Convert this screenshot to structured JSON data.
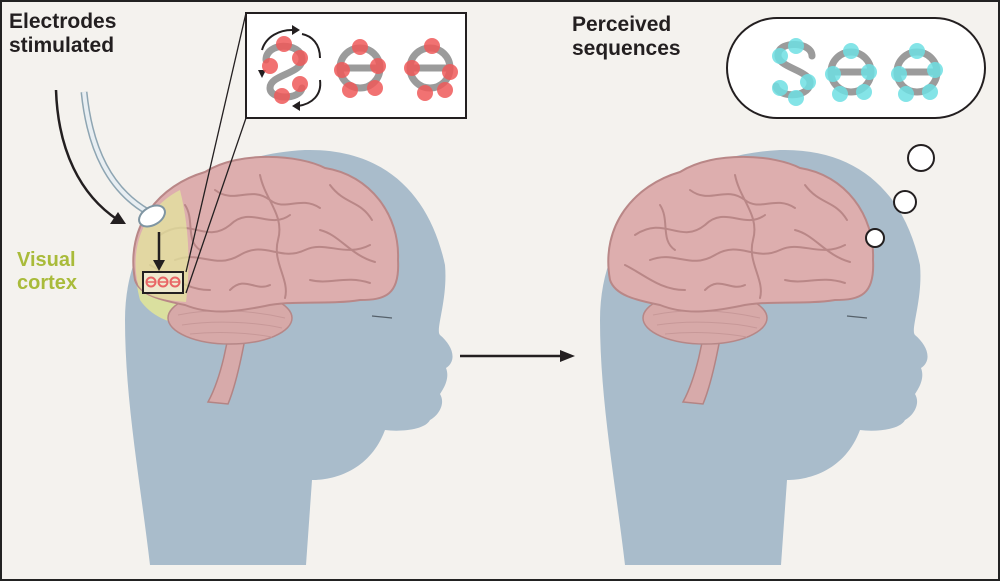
{
  "labels": {
    "electrodes_line1": "Electrodes",
    "electrodes_line2": "stimulated",
    "visual_line1": "Visual",
    "visual_line2": "cortex",
    "perceived_line1": "Perceived",
    "perceived_line2": "sequences"
  },
  "colors": {
    "background": "#f4f2ee",
    "head": "#a9bccb",
    "brain": "#ddaeae",
    "brain_fold": "#b98787",
    "cerebellum": "#d7a9a8",
    "visual_cortex": "#dfe39a",
    "stimulated_dot": "#ef5a5a",
    "perceived_dot": "#6fe0e3",
    "letter_stroke": "#9b9b9b",
    "visual_label": "#a9bb3a"
  },
  "figure": {
    "stimulated_glyph": "see",
    "stimulated_glyph_mirrored": true,
    "perceived_glyph": "see",
    "thought_bubbles": 3
  }
}
